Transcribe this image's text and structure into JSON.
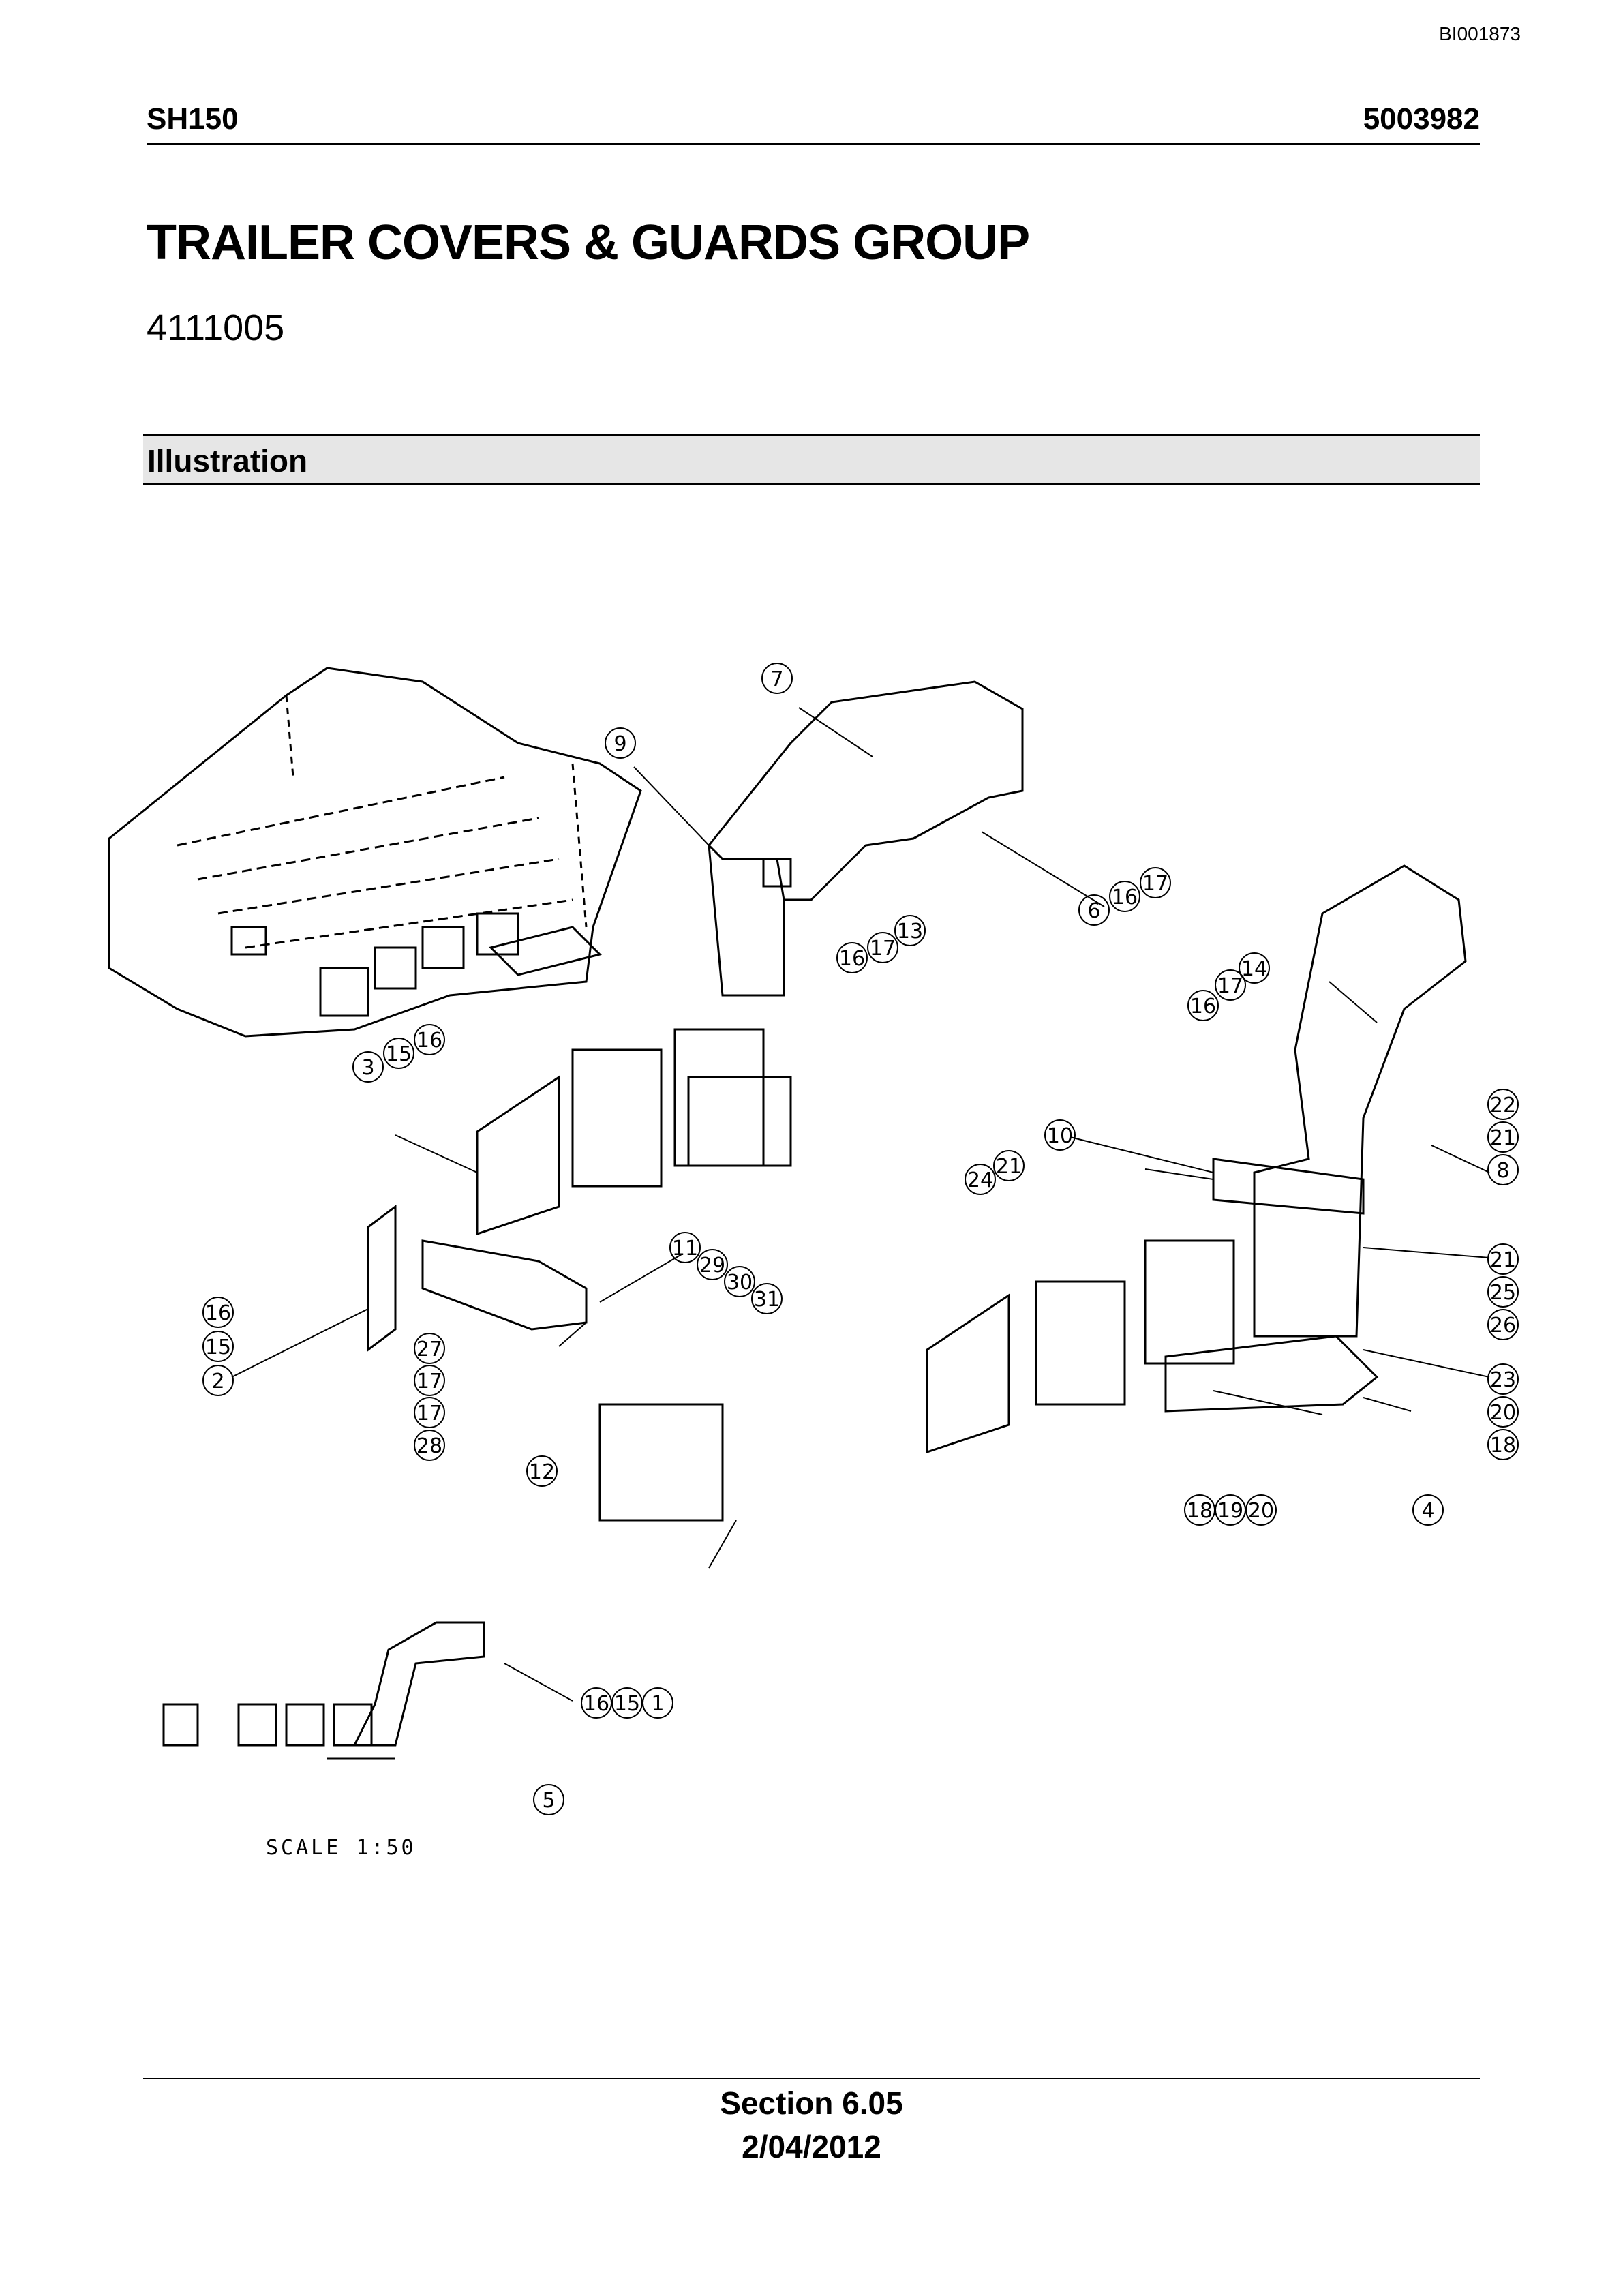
{
  "header": {
    "doc_code": "BI001873",
    "model": "SH150",
    "part_number": "5003982"
  },
  "title": "TRAILER COVERS & GUARDS GROUP",
  "group_number": "4111005",
  "section_label": "Illustration",
  "drawing": {
    "scale_label": "SCALE 1:50",
    "callouts": [
      {
        "label": "7"
      },
      {
        "label": "9"
      },
      {
        "label": "6"
      },
      {
        "label": "16"
      },
      {
        "label": "17"
      },
      {
        "label": "13"
      },
      {
        "label": "16"
      },
      {
        "label": "17"
      },
      {
        "label": "15"
      },
      {
        "label": "16"
      },
      {
        "label": "3"
      },
      {
        "label": "14"
      },
      {
        "label": "17"
      },
      {
        "label": "16"
      },
      {
        "label": "22"
      },
      {
        "label": "21"
      },
      {
        "label": "8"
      },
      {
        "label": "10"
      },
      {
        "label": "21"
      },
      {
        "label": "24"
      },
      {
        "label": "11"
      },
      {
        "label": "29"
      },
      {
        "label": "30"
      },
      {
        "label": "31"
      },
      {
        "label": "16"
      },
      {
        "label": "15"
      },
      {
        "label": "2"
      },
      {
        "label": "27"
      },
      {
        "label": "17"
      },
      {
        "label": "17"
      },
      {
        "label": "28"
      },
      {
        "label": "12"
      },
      {
        "label": "21"
      },
      {
        "label": "25"
      },
      {
        "label": "26"
      },
      {
        "label": "23"
      },
      {
        "label": "20"
      },
      {
        "label": "18"
      },
      {
        "label": "18"
      },
      {
        "label": "19"
      },
      {
        "label": "20"
      },
      {
        "label": "4"
      },
      {
        "label": "16"
      },
      {
        "label": "15"
      },
      {
        "label": "1"
      },
      {
        "label": "5"
      }
    ]
  },
  "footer": {
    "section": "Section 6.05",
    "date": "2/04/2012"
  }
}
